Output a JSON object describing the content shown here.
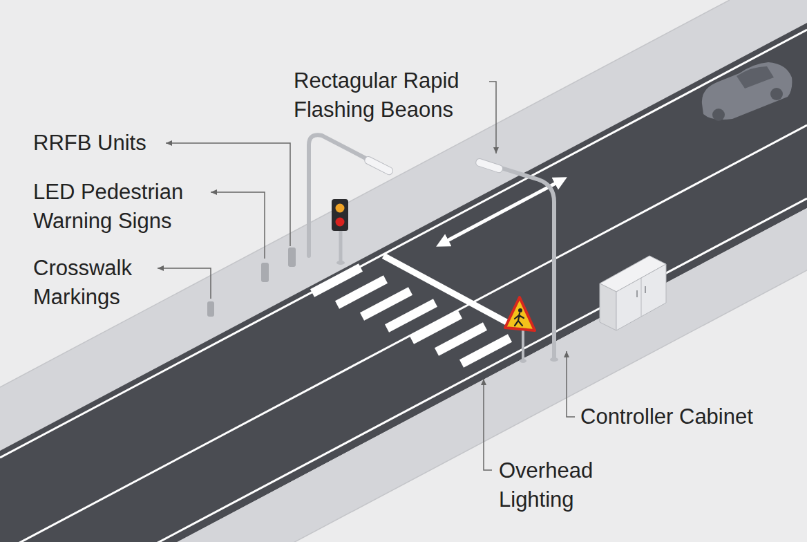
{
  "diagram": {
    "labels": [
      "Rectagular Rapid Flashing Beaons",
      "RRFB Units",
      "LED Pedestrian Warning Signs",
      "Crosswalk Markings",
      "Controller Cabinet",
      "Overhead Lighting"
    ]
  }
}
